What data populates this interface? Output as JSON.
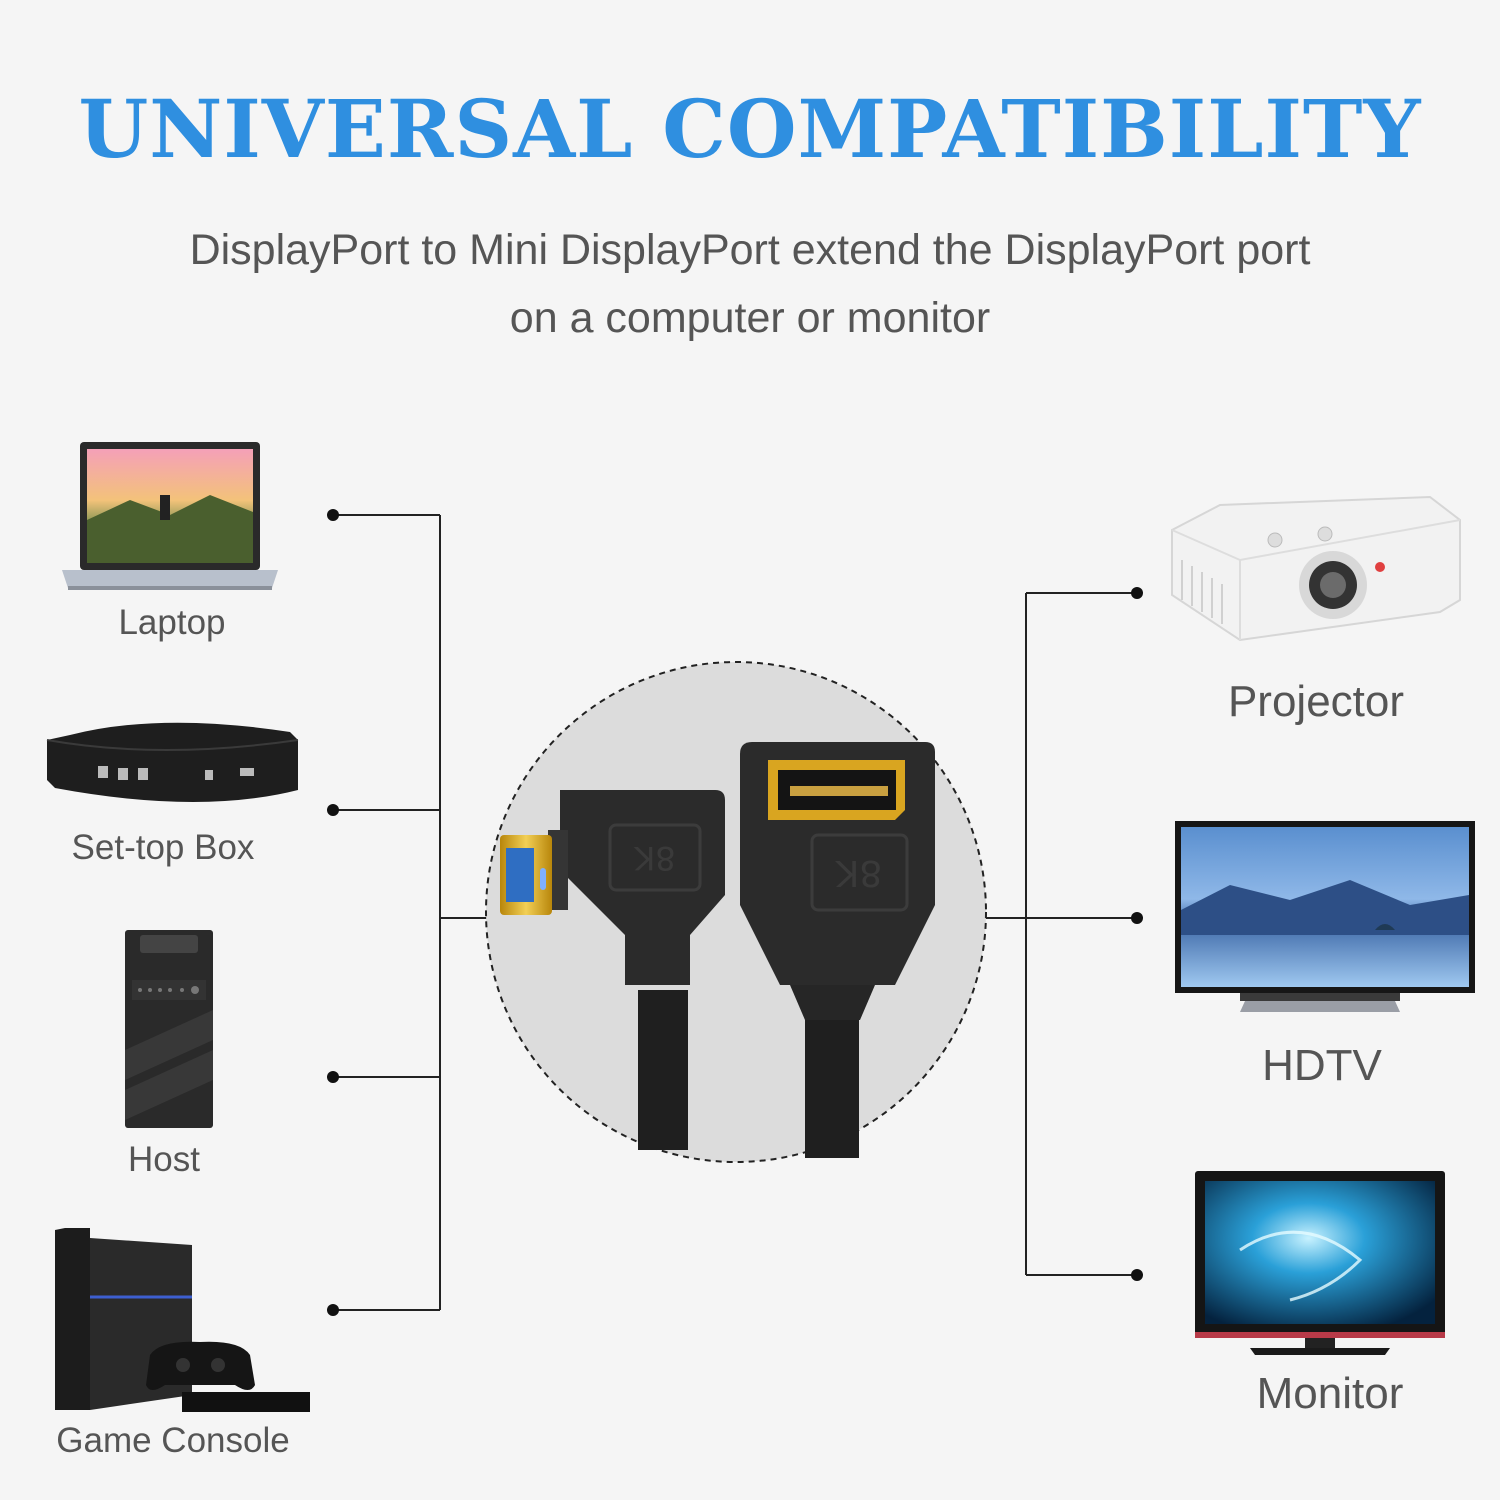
{
  "header": {
    "title": "UNIVERSAL COMPATIBILITY",
    "subtitle_line1": "DisplayPort to Mini DisplayPort extend the DisplayPort port",
    "subtitle_line2": "on a computer or monitor"
  },
  "sources": [
    {
      "label": "Laptop",
      "icon": "laptop-icon"
    },
    {
      "label": "Set-top Box",
      "icon": "set-top-box-icon"
    },
    {
      "label": "Host",
      "icon": "pc-tower-icon"
    },
    {
      "label": "Game Console",
      "icon": "game-console-icon"
    }
  ],
  "displays": [
    {
      "label": "Projector",
      "icon": "projector-icon"
    },
    {
      "label": "HDTV",
      "icon": "hdtv-icon"
    },
    {
      "label": "Monitor",
      "icon": "monitor-icon"
    }
  ],
  "cable": {
    "male_marking": "8K",
    "female_marking": "8K",
    "colors": {
      "body": "#2b2b2b",
      "connector": "#d9a520",
      "line": "#222222"
    }
  },
  "colors": {
    "accent": "#2f8fe0",
    "background": "#f5f5f5",
    "text": "#555555"
  }
}
